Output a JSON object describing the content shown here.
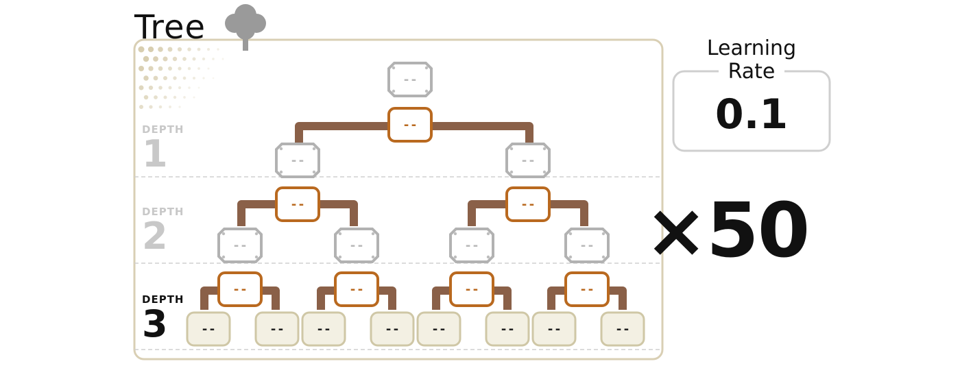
{
  "title": "Tree",
  "learning_rate": {
    "label_line1": "Learning",
    "label_line2": "Rate",
    "value": "0.1"
  },
  "multiplier": "×50",
  "depths": [
    {
      "word": "DEPTH",
      "number": "1",
      "active": false
    },
    {
      "word": "DEPTH",
      "number": "2",
      "active": false
    },
    {
      "word": "DEPTH",
      "number": "3",
      "active": true
    }
  ],
  "node_text": "--",
  "colors": {
    "frame": "#d9cfb4",
    "branch": "#8a6048",
    "split_border": "#b9691f",
    "internal_border": "#b2b2b2",
    "leaf_border": "#cfc7a6",
    "leaf_fill": "#f3f0e3",
    "depth_inactive": "#c8c8c8",
    "depth_active": "#111111"
  },
  "icons": {
    "tree": "tree-icon"
  }
}
